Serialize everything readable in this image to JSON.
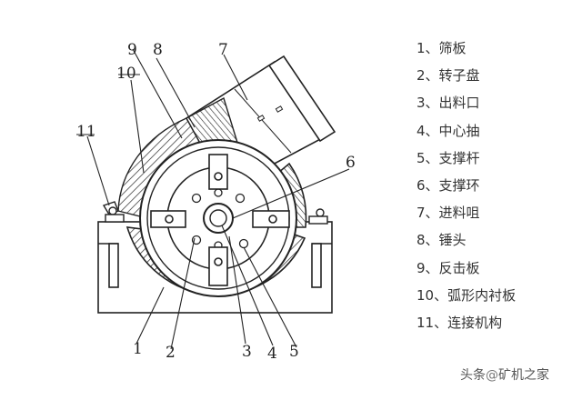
{
  "diagram": {
    "callout_numbers": [
      "1",
      "2",
      "3",
      "4",
      "5",
      "6",
      "7",
      "8",
      "9",
      "10",
      "11"
    ]
  },
  "legend": {
    "items": [
      "1、筛板",
      "2、转子盘",
      "3、出料口",
      "4、中心抽",
      "5、支撑杆",
      "6、支撑环",
      "7、进料咀",
      "8、锤头",
      "9、反击板",
      "10、弧形内衬板",
      "11、连接机构"
    ]
  },
  "watermark": {
    "prefix": "头条",
    "at": "@",
    "name": "矿机之家"
  }
}
